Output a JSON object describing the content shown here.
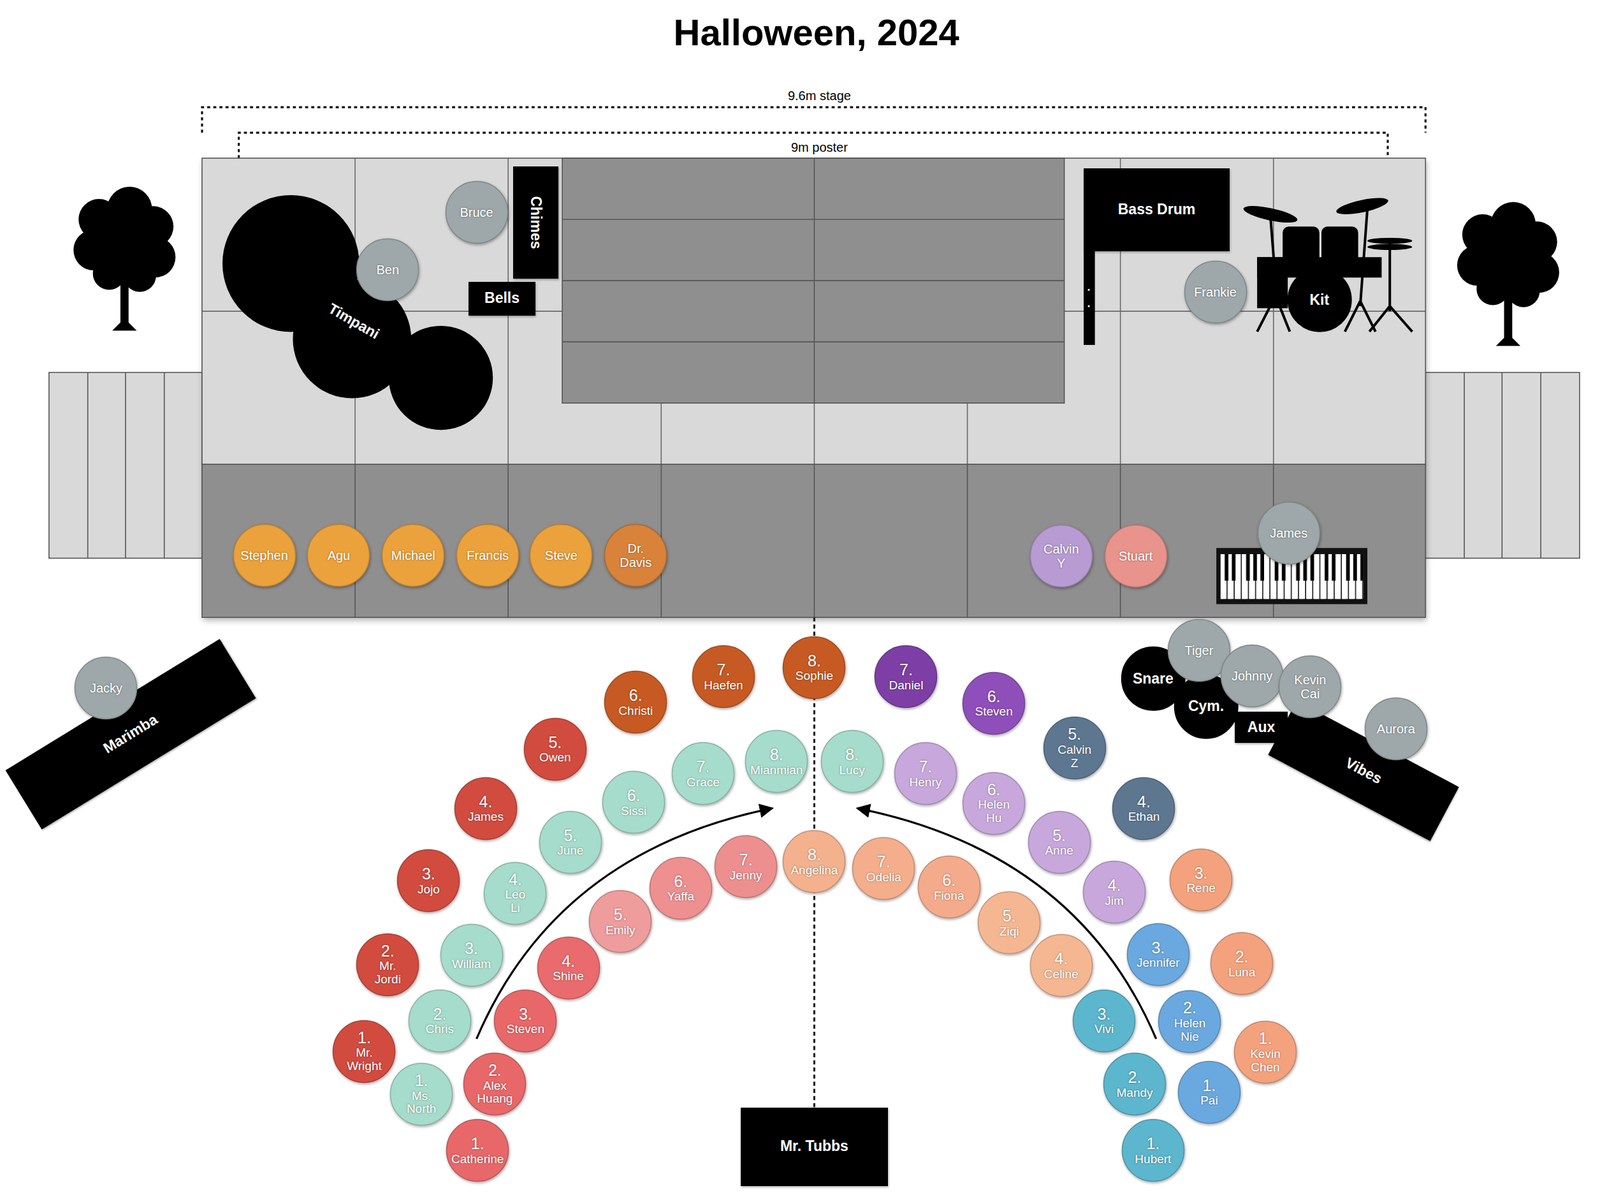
{
  "diagram": {
    "title": "Halloween, 2024",
    "nodes": [
      {
        "text": [
          "Timpani"
        ]
      },
      {
        "text": [
          "Bruce"
        ]
      },
      {
        "text": [
          "Ben"
        ]
      },
      {
        "text": [
          "Chimes"
        ]
      },
      {
        "text": [
          "Bells"
        ]
      },
      {
        "text": [
          "Bass Drum"
        ]
      },
      {
        "text": [
          "Frankie"
        ]
      },
      {
        "text": [
          "Kit"
        ]
      },
      {
        "text": [
          "Stephen"
        ]
      },
      {
        "text": [
          "Agu"
        ]
      },
      {
        "text": [
          "Michael"
        ]
      },
      {
        "text": [
          "Francis"
        ]
      },
      {
        "text": [
          "Steve"
        ]
      },
      {
        "text": [
          "Dr. Davis"
        ]
      },
      {
        "text": [
          "Calvin Y"
        ]
      },
      {
        "text": [
          "Stuart"
        ]
      },
      {
        "text": [
          "James"
        ]
      },
      {
        "text": [
          "Marimba"
        ]
      },
      {
        "text": [
          "Jacky"
        ]
      },
      {
        "text": [
          "8.",
          "Sophie"
        ]
      },
      {
        "text": [
          "7.",
          "Haefen"
        ]
      },
      {
        "text": [
          "7.",
          "Daniel"
        ]
      },
      {
        "text": [
          "6.",
          "Christi"
        ]
      },
      {
        "text": [
          "6.",
          "Steven"
        ]
      },
      {
        "text": [
          "Snare"
        ]
      },
      {
        "text": [
          "Cym."
        ]
      },
      {
        "text": [
          "Aux"
        ]
      },
      {
        "text": [
          "Vibes"
        ]
      },
      {
        "text": [
          "Tiger"
        ]
      },
      {
        "text": [
          "Johnny"
        ]
      },
      {
        "text": [
          "Kevin Cai"
        ]
      },
      {
        "text": [
          "Aurora"
        ]
      },
      {
        "text": [
          "5.",
          "Owen"
        ]
      },
      {
        "text": [
          "5.",
          "Calvin Z"
        ]
      },
      {
        "text": [
          "8.",
          "Mianmian"
        ]
      },
      {
        "text": [
          "8.",
          "Lucy"
        ]
      },
      {
        "text": [
          "7.",
          "Grace"
        ]
      },
      {
        "text": [
          "7.",
          "Henry"
        ]
      },
      {
        "text": [
          "6.",
          "Sissi"
        ]
      },
      {
        "text": [
          "6.",
          "Helen Hu"
        ]
      },
      {
        "text": [
          "4.",
          "James"
        ]
      },
      {
        "text": [
          "4.",
          "Ethan"
        ]
      },
      {
        "text": [
          "5.",
          "June"
        ]
      },
      {
        "text": [
          "5.",
          "Anne"
        ]
      },
      {
        "text": [
          "8.",
          "Angelina"
        ]
      },
      {
        "text": [
          "7.",
          "Odelia"
        ]
      },
      {
        "text": [
          "7.",
          "Jenny"
        ]
      },
      {
        "text": [
          "4.",
          "Leo Li"
        ]
      },
      {
        "text": [
          "4.",
          "Jim"
        ]
      },
      {
        "text": [
          "6.",
          "Yaffa"
        ]
      },
      {
        "text": [
          "6.",
          "Fiona"
        ]
      },
      {
        "text": [
          "3.",
          "Jojo"
        ]
      },
      {
        "text": [
          "3.",
          "Rene"
        ]
      },
      {
        "text": [
          "5.",
          "Emily"
        ]
      },
      {
        "text": [
          "5.",
          "Ziqi"
        ]
      },
      {
        "text": [
          "3.",
          "William"
        ]
      },
      {
        "text": [
          "3.",
          "Jennifer"
        ]
      },
      {
        "text": [
          "2.",
          "Mr. Jordi"
        ]
      },
      {
        "text": [
          "2.",
          "Luna"
        ]
      },
      {
        "text": [
          "4.",
          "Shine"
        ]
      },
      {
        "text": [
          "4.",
          "Celine"
        ]
      },
      {
        "text": [
          "2.",
          "Chris"
        ]
      },
      {
        "text": [
          "3.",
          "Steven"
        ]
      },
      {
        "text": [
          "3.",
          "Vivi"
        ]
      },
      {
        "text": [
          "2.",
          "Helen Nie"
        ]
      },
      {
        "text": [
          "1.",
          "Mr. Wright"
        ]
      },
      {
        "text": [
          "1.",
          "Kevin Chen"
        ]
      },
      {
        "text": [
          "2.",
          "Alex Huang"
        ]
      },
      {
        "text": [
          "2.",
          "Mandy"
        ]
      },
      {
        "text": [
          "1.",
          "Ms. North"
        ]
      },
      {
        "text": [
          "1.",
          "Pai"
        ]
      },
      {
        "text": [
          "1.",
          "Catherine"
        ]
      },
      {
        "text": [
          "1.",
          "Hubert"
        ]
      },
      {
        "text": [
          "Mr. Tubbs"
        ]
      }
    ],
    "labels": [
      "9.6m stage",
      "9m poster"
    ]
  }
}
